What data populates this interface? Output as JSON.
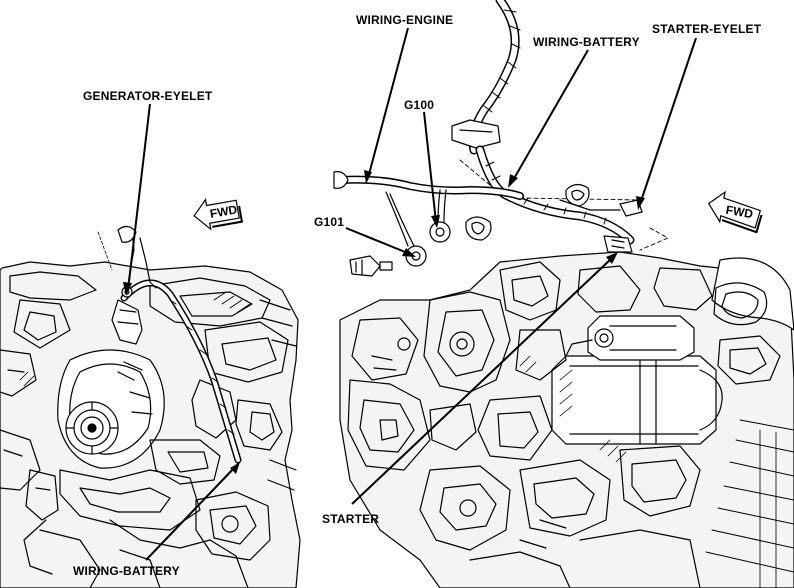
{
  "labels": {
    "generator_eyelet": "GENERATOR-EYELET",
    "wiring_battery_left": "WIRING-BATTERY",
    "wiring_engine": "WIRING-ENGINE",
    "g100": "G100",
    "g101": "G101",
    "wiring_battery_right": "WIRING-BATTERY",
    "starter_eyelet": "STARTER-EYELET",
    "starter": "STARTER",
    "fwd_left": "FWD",
    "fwd_right": "FWD"
  }
}
